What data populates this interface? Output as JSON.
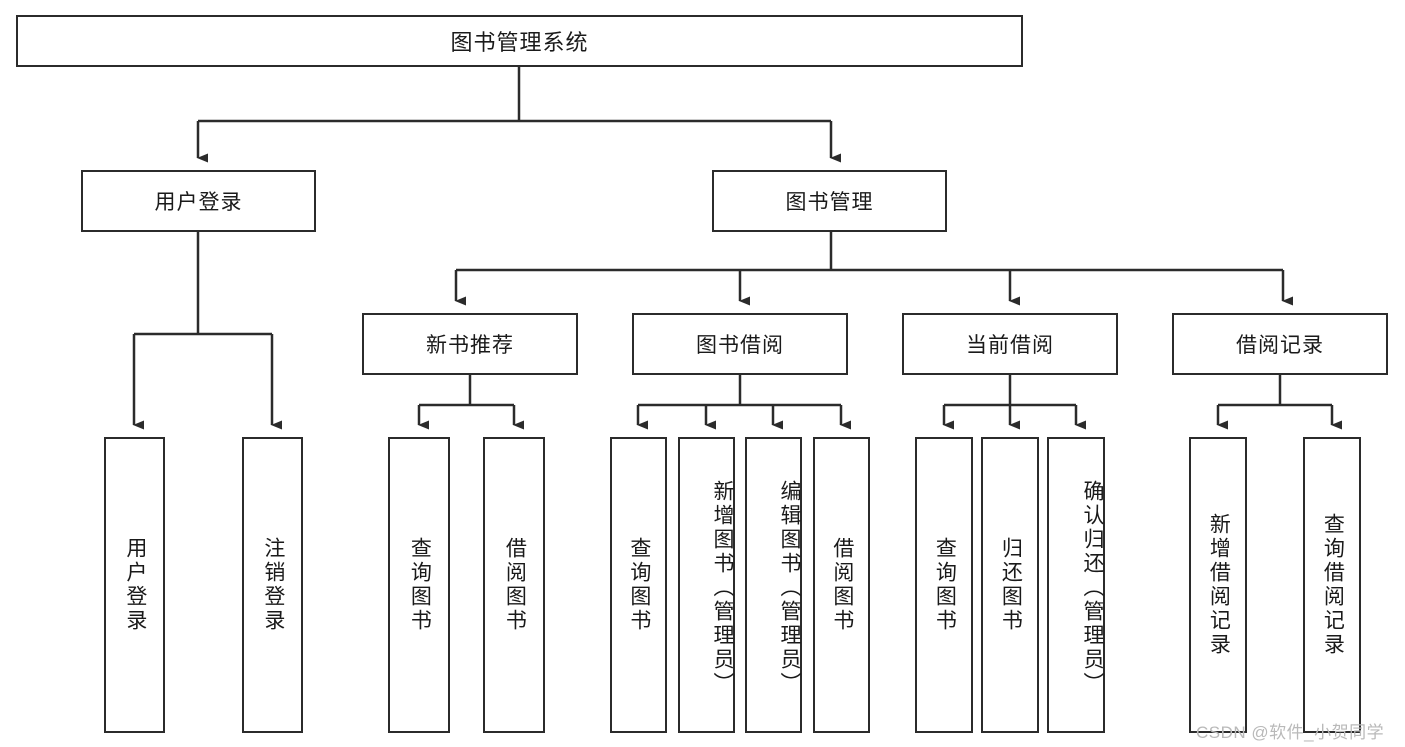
{
  "diagram": {
    "type": "hierarchy-tree",
    "title": "图书管理系统",
    "root": {
      "label": "图书管理系统"
    },
    "level2": [
      {
        "id": "user-login",
        "label": "用户登录"
      },
      {
        "id": "book-manage",
        "label": "图书管理"
      }
    ],
    "level3": [
      {
        "id": "new-book-recommend",
        "label": "新书推荐"
      },
      {
        "id": "book-borrow",
        "label": "图书借阅"
      },
      {
        "id": "current-borrow",
        "label": "当前借阅"
      },
      {
        "id": "borrow-record",
        "label": "借阅记录"
      }
    ],
    "leaves": [
      {
        "id": "leaf-user-login",
        "label": "用户登录"
      },
      {
        "id": "leaf-logout-login",
        "label": "注销登录"
      },
      {
        "id": "leaf-query-book-1",
        "label": "查询图书"
      },
      {
        "id": "leaf-borrow-book-1",
        "label": "借阅图书"
      },
      {
        "id": "leaf-query-book-2",
        "label": "查询图书"
      },
      {
        "id": "leaf-add-book",
        "label": "新增图书（管理员）"
      },
      {
        "id": "leaf-edit-book",
        "label": "编辑图书（管理员）"
      },
      {
        "id": "leaf-borrow-book-2",
        "label": "借阅图书"
      },
      {
        "id": "leaf-query-book-3",
        "label": "查询图书"
      },
      {
        "id": "leaf-return-book",
        "label": "归还图书"
      },
      {
        "id": "leaf-confirm-return",
        "label": "确认归还（管理员）"
      },
      {
        "id": "leaf-add-record",
        "label": "新增借阅记录"
      },
      {
        "id": "leaf-query-record",
        "label": "查询借阅记录"
      }
    ]
  },
  "watermark": {
    "text": "CSDN @软件_小贺同学"
  },
  "colors": {
    "stroke": "#2b2b2b",
    "background": "#ffffff",
    "text": "#1a1a1a",
    "watermark": "#b9b9b9"
  }
}
